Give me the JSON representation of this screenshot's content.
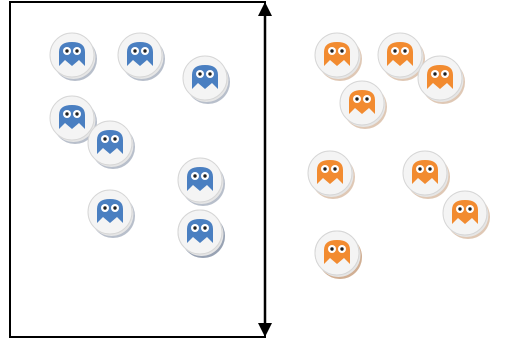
{
  "scene": {
    "left_group": {
      "color": "#4a7fc1",
      "shadow_color": "#7d8aa0",
      "tokens": [
        {
          "id": 1
        },
        {
          "id": 2
        },
        {
          "id": 3
        },
        {
          "id": 4
        },
        {
          "id": 5
        },
        {
          "id": 6
        },
        {
          "id": 7
        },
        {
          "id": 8
        },
        {
          "id": 9
        }
      ]
    },
    "right_group": {
      "color": "#f28b30",
      "shadow_color": "#c49a78",
      "tokens": [
        {
          "id": 1
        },
        {
          "id": 2
        },
        {
          "id": 3
        },
        {
          "id": 4
        },
        {
          "id": 5
        },
        {
          "id": 6
        },
        {
          "id": 7
        },
        {
          "id": 8
        },
        {
          "id": 9
        }
      ]
    },
    "divider": {
      "type": "double-headed-arrow",
      "color": "#000000"
    },
    "frame_color": "#000000"
  }
}
